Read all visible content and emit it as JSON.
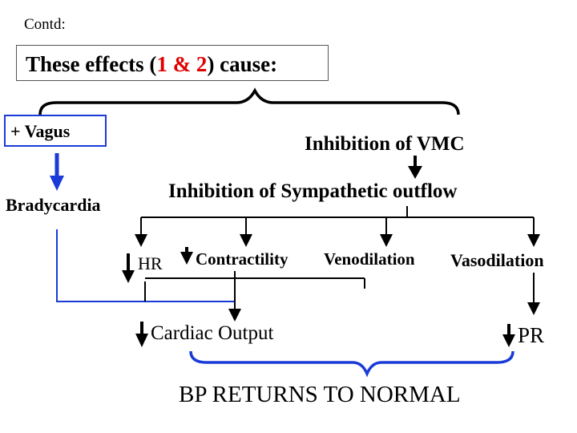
{
  "header": "Contd:",
  "title": {
    "prefix": "These effects (",
    "numbers": "1 & 2",
    "suffix": ") cause:"
  },
  "nodes": {
    "vagus": "+ Vagus",
    "vmc": "Inhibition of VMC",
    "sympathetic": "Inhibition of Sympathetic outflow",
    "bradycardia": "Bradycardia",
    "hr": "HR",
    "contractility": "Contractility",
    "venodilation": "Venodilation",
    "vasodilation": "Vasodilation",
    "cardiac_output": "Cardiac Output",
    "pr": "PR",
    "bp": "BP RETURNS TO NORMAL"
  },
  "colors": {
    "accent_red": "#e00000",
    "accent_blue": "#1a3bd8",
    "line": "#000000"
  }
}
